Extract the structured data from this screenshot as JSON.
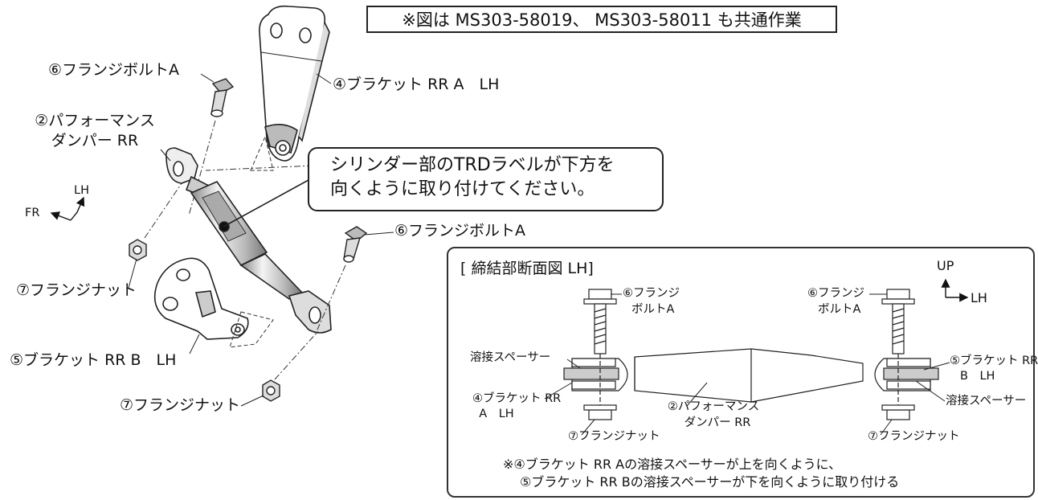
{
  "header_note": "※図は MS303-58019、 MS303-58011 も共通作業",
  "callout": {
    "line1": "シリンダー部のTRDラベルが下方を",
    "line2": "向くように取り付けてください。"
  },
  "orientation_main": {
    "fr": "FR",
    "lh": "LH"
  },
  "parts": {
    "bolt_a_top": "⑥フランジボルトA",
    "bracket_rr_a": "④ブラケット RR A　LH",
    "damper_line1": "②パフォーマンス",
    "damper_line2": "ダンパー RR",
    "bolt_a_right": "⑥フランジボルトA",
    "nut_left": "⑦フランジナット",
    "bracket_rr_b": "⑤ブラケット RR B　LH",
    "nut_bottom": "⑦フランジナット"
  },
  "section": {
    "title": "[ 締結部断面図 LH]",
    "up": "UP",
    "lh": "LH",
    "bolt_left_1": "⑥フランジ",
    "bolt_left_2": "ボルトA",
    "bolt_right_1": "⑥フランジ",
    "bolt_right_2": "ボルトA",
    "spacer_left": "溶接スペーサー",
    "bracket_a_1": "④ブラケット RR",
    "bracket_a_2": "A　LH",
    "damper_1": "②パフォーマンス",
    "damper_2": "ダンパー RR",
    "nut_left": "⑦フランジナット",
    "bracket_b_1": "⑤ブラケット RR",
    "bracket_b_2": "B　LH",
    "spacer_right": "溶接スペーサー",
    "nut_right": "⑦フランジナット",
    "note1": "※④ブラケット RR Aの溶接スペーサーが上を向くように、",
    "note2": "⑤ブラケット RR Bの溶接スペーサーが下を向くように取り付ける"
  }
}
